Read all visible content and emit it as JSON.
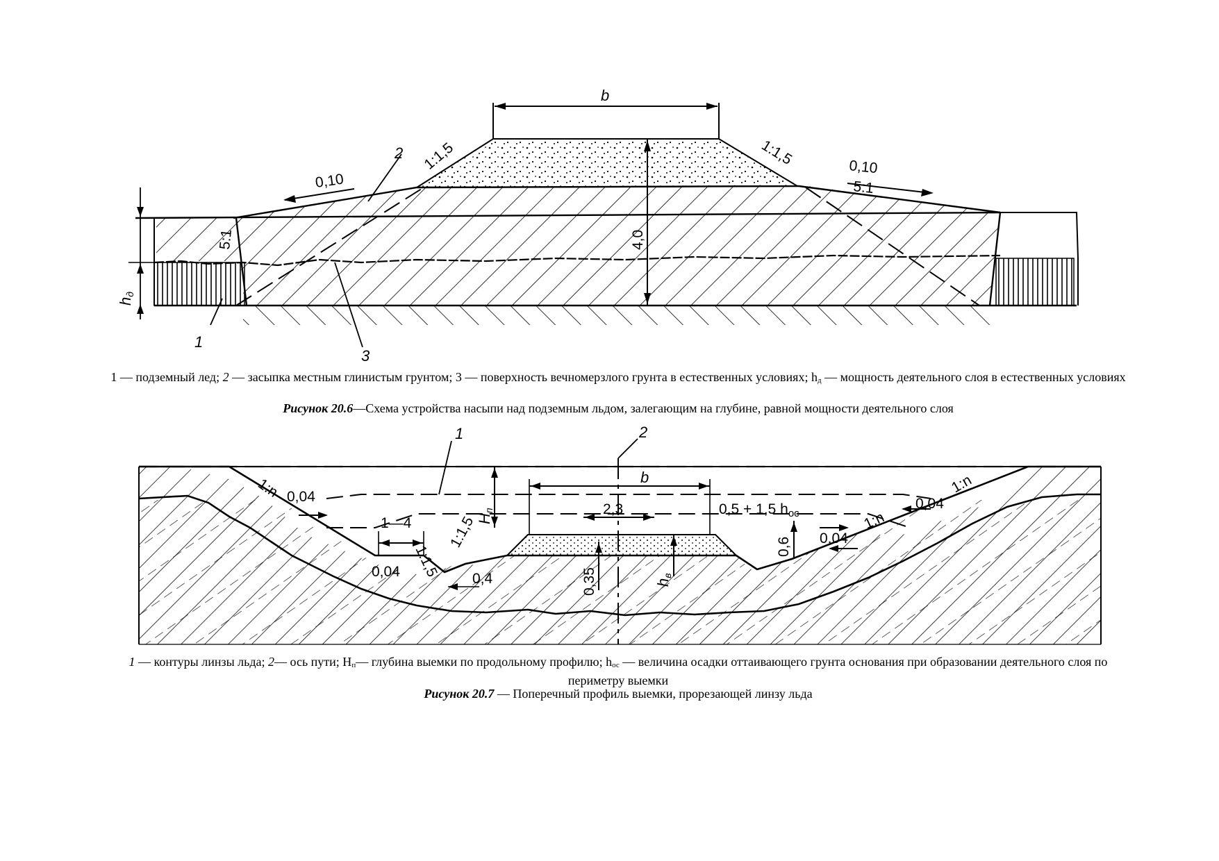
{
  "figure1": {
    "labels": {
      "b": "b",
      "slope_left": "1:1,5",
      "slope_right": "1:1,5",
      "grade_left": "0,10",
      "grade_right": "0,10",
      "slope_51_left": "5:1",
      "slope_51_right": "5:1",
      "height": "4,0",
      "h_d": "h",
      "h_d_sub": "д",
      "callout_1": "1",
      "callout_2": "2",
      "callout_3": "3"
    },
    "legend": {
      "part1": "1 — подземный лед; ",
      "num2": "2",
      "part2": " — засыпка местным глинистым грунтом; 3 — поверхность вечномерзлого грунта в естественных условиях; h",
      "sub": "д",
      "part3": " — мощность деятельного слоя в естественных условиях"
    },
    "caption": {
      "title": "Рисунок 20.6",
      "text": "—Схема устройства насыпи над подземным льдом, залегающим на глубине, равной мощности деятельного слоя"
    }
  },
  "figure2": {
    "labels": {
      "callout_1": "1",
      "callout_2": "2",
      "b": "b",
      "dim_23": "2,3",
      "dim_14": "1—4",
      "slope_1n_left": "1:n",
      "slope_1n_right": "1:n",
      "slope_1n_mid": "1:n",
      "grade_004_left": "0,04",
      "grade_004_right": "0,04",
      "grade_004_mid_right": "0,04",
      "grade_004_bottom": "0,04",
      "slope_115_a": "1:1,5",
      "slope_115_b": "1:1,5",
      "dim_04": "0,4",
      "dim_035": "0,35",
      "dim_06": "0,6",
      "H_n": "H",
      "H_n_sub": "п",
      "h_v": "h",
      "h_v_sub": "в",
      "formula": "0,5 + 1,5 h",
      "formula_sub": "ос"
    },
    "legend": {
      "num1": "1",
      "part1": " — контуры линзы льда; ",
      "num2": "2",
      "part2": "— ось пути; Н",
      "sub1": "п",
      "part3": "— глубина выемки по продольному профилю; h",
      "sub2": "ос",
      "part4": " — величина осадки оттаивающего грунта основания при образовании деятельного слоя по периметру выемки"
    },
    "caption": {
      "title": "Рисунок 20.7",
      "text": " — Поперечный профиль выемки, прорезающей линзу льда"
    }
  }
}
